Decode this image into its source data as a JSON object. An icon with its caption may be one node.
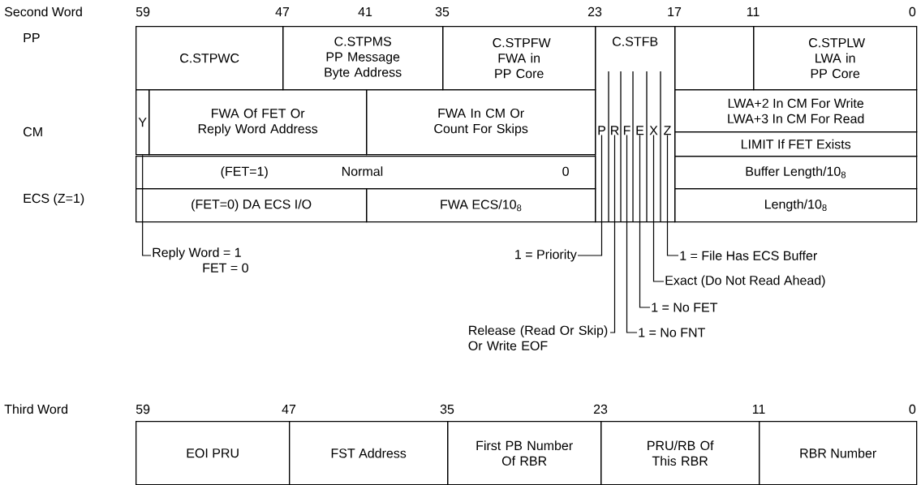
{
  "diagram": {
    "nodes": [
      {
        "text": [
          "C.STPWC"
        ]
      },
      {
        "text": [
          "C.STPMS",
          "PP Message Byte Address"
        ]
      },
      {
        "text": [
          "C.STPFW",
          "FWA in PP Core"
        ]
      },
      {
        "text": [
          "C.STFB"
        ]
      },
      {
        "text": [
          "P"
        ],
        "in": 3
      },
      {
        "text": [
          "R"
        ],
        "in": 3
      },
      {
        "text": [
          "F"
        ],
        "in": 3
      },
      {
        "text": [
          "E"
        ],
        "in": 3
      },
      {
        "text": [
          "X"
        ],
        "in": 3
      },
      {
        "text": [
          "Z"
        ],
        "in": 3
      },
      {
        "text": [],
        "shape": "box"
      },
      {
        "text": [
          "C.STPLW",
          "LWA in PP Core"
        ]
      },
      {
        "text": [
          "Y"
        ]
      },
      {
        "text": [
          "FWA Of FET Or Reply Word Address"
        ]
      },
      {
        "text": [
          "FWA In CM Or Count For Skips"
        ]
      },
      {
        "text": [
          "LWA+2 In CM For Write",
          "LWA+3 In CM For Read"
        ]
      },
      {
        "text": [
          "LIMIT If FET Exists"
        ]
      },
      {
        "text": [
          "(FET=1)",
          "Normal",
          "0"
        ]
      },
      {
        "text": [
          "Buffer Length/10$_{8}$"
        ]
      },
      {
        "text": [
          "(FET=0) DA ECS I/O"
        ]
      },
      {
        "text": [
          "FWA ECS/10$_{8}$"
        ]
      },
      {
        "text": [
          "Length/10$_{8}$"
        ]
      },
      {
        "text": [
          "Reply Word = 1",
          "FET = 0"
        ]
      },
      {
        "text": [
          "1 = Priority"
        ]
      },
      {
        "text": [
          "1 = File Has ECS Buffer"
        ]
      },
      {
        "text": [
          "Exact (Do Not Read Ahead)"
        ]
      },
      {
        "text": [
          "1 = No FET"
        ]
      },
      {
        "text": [
          "Release (Read Or Skip) Or Write EOF"
        ]
      },
      {
        "text": [
          "1 = No FNT"
        ]
      },
      {
        "text": [
          "EOI PRU"
        ]
      },
      {
        "text": [
          "FST Address"
        ]
      },
      {
        "text": [
          "First PB Number Of RBR"
        ]
      },
      {
        "text": [
          "PRU/RB Of This RBR"
        ]
      },
      {
        "text": [
          "RBR Number"
        ]
      }
    ],
    "edges": [
      {
        "from": 22,
        "to": 12,
        "arrow": "none"
      },
      {
        "from": 23,
        "to": 4,
        "arrow": "none"
      },
      {
        "from": 27,
        "to": 5,
        "arrow": "none"
      },
      {
        "from": 28,
        "to": 6,
        "arrow": "none"
      },
      {
        "from": 26,
        "to": 7,
        "arrow": "none"
      },
      {
        "from": 25,
        "to": 8,
        "arrow": "none"
      },
      {
        "from": 24,
        "to": 9,
        "arrow": "none"
      }
    ],
    "labels": [
      "Second Word",
      "59",
      "47",
      "41",
      "35",
      "23",
      "17",
      "11",
      "0",
      "PP",
      "CM",
      "ECS (Z=1)",
      "Third Word",
      "59",
      "47",
      "35",
      "23",
      "11",
      "0"
    ]
  }
}
